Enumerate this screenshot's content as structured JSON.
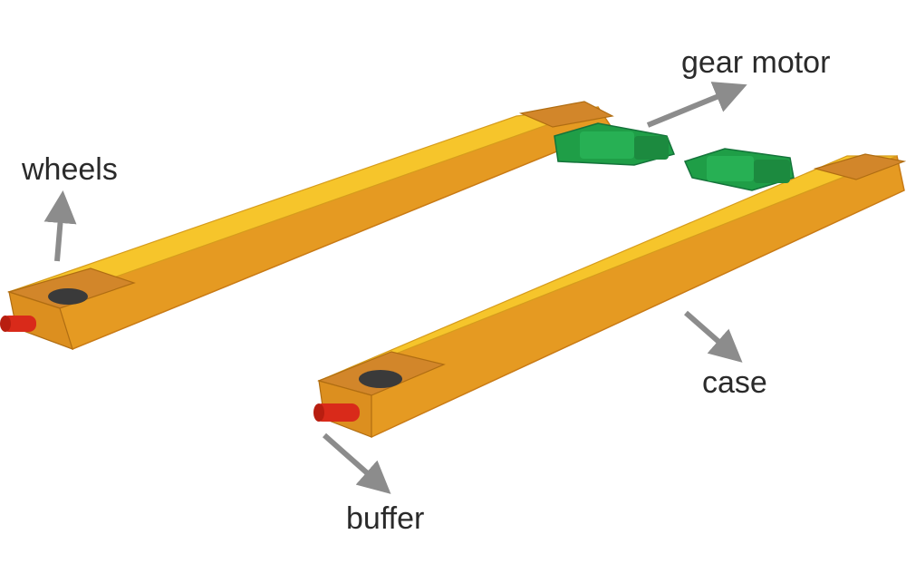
{
  "labels": {
    "wheels": "wheels",
    "gear_motor": "gear motor",
    "case": "case",
    "buffer": "buffer"
  },
  "colors": {
    "beam_top": "#f6c52b",
    "beam_side": "#e59a22",
    "beam_edge": "#c97a14",
    "motor": "#1f9e47",
    "buffer": "#d92a1a",
    "arrow": "#8c8c8c",
    "text": "#2a2a2a"
  }
}
